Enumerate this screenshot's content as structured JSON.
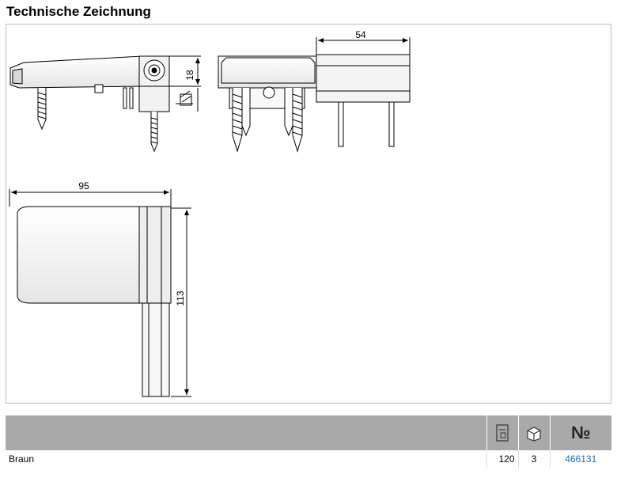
{
  "page": {
    "title": "Technische Zeichnung"
  },
  "dimensions": {
    "height_small": "18",
    "depth": "54",
    "width": "95",
    "height_total": "113"
  },
  "table": {
    "icons": [
      "pack-quantity-icon",
      "stack-units-icon",
      "article-number-icon"
    ],
    "header_number_sign": "№",
    "row": {
      "color": "Braun",
      "pack": "120",
      "units": "3",
      "article": "466131"
    }
  },
  "colors": {
    "header_bg": "#a9a9a9",
    "link": "#1f6fb2",
    "frame": "#bdbdbd"
  }
}
